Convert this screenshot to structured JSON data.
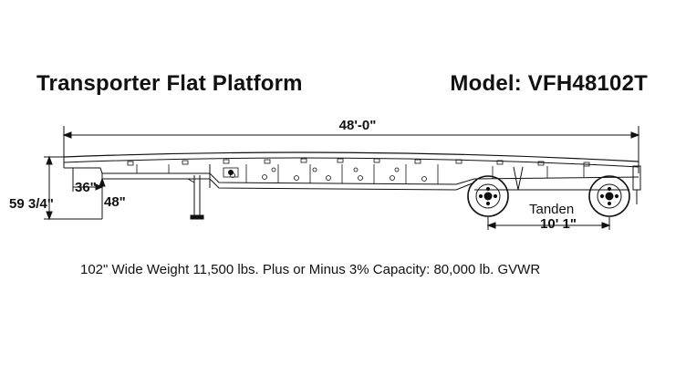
{
  "header": {
    "title": "Transporter Flat Platform",
    "model": "Model: VFH48102T"
  },
  "dimensions": {
    "overall_length": "48'-0\"",
    "overall_height": "59 3/4\"",
    "kingpin_setback": "36\"",
    "deck_height": "48\"",
    "axle_type": "Tanden",
    "axle_spread": "10' 1\""
  },
  "specs": {
    "line": "102\" Wide Weight 11,500 lbs. Plus or Minus 3% Capacity: 80,000 lb. GVWR"
  }
}
